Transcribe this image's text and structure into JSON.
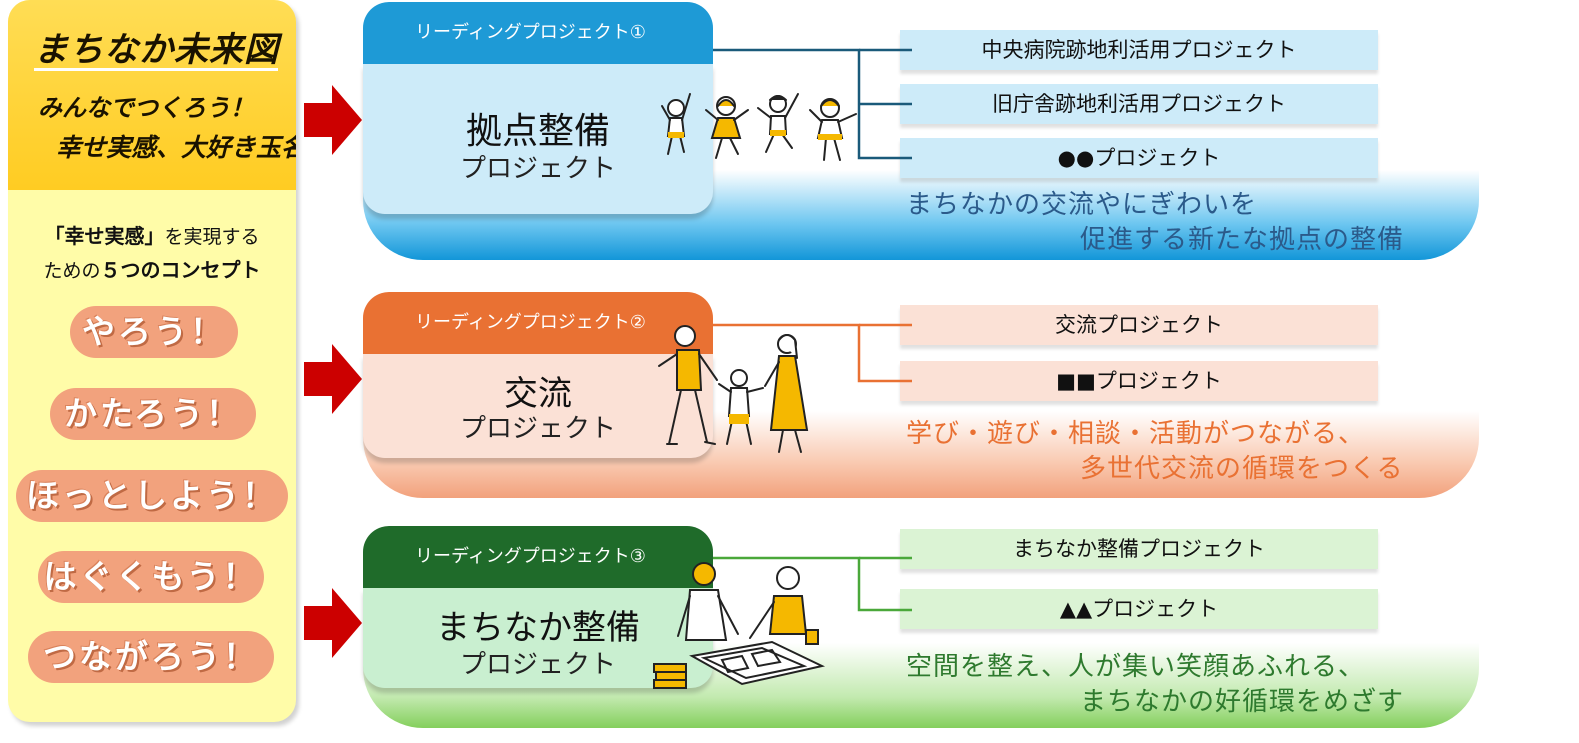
{
  "left_panel": {
    "brand_title": "まちなか未来図",
    "brand_line1": "みんなでつくろう！",
    "brand_line2": "幸せ実感、大好き玉名",
    "intro_quote": "「幸せ実感」",
    "intro_rest1": "を実現する",
    "intro_prefix": "ための",
    "intro_highlight": "５つのコンセプト",
    "concepts": [
      "やろう！",
      "かたろう！",
      "ほっとしよう！",
      "はぐくもう！",
      "つながろう！"
    ]
  },
  "projects": [
    {
      "tab_label": "リーディングプロジェクト①",
      "title": "拠点整備",
      "subtitle": "プロジェクト",
      "color": "#1e9ad6",
      "sub_items": [
        "中央病院跡地利活用プロジェクト",
        "旧庁舎跡地利活用プロジェクト",
        "●●プロジェクト"
      ],
      "tagline_line1": "まちなかの交流やにぎわいを",
      "tagline_line2": "促進する新たな拠点の整備"
    },
    {
      "tab_label": "リーディングプロジェクト②",
      "title": "交流",
      "subtitle": "プロジェクト",
      "color": "#e97133",
      "sub_items": [
        "交流プロジェクト",
        "■■プロジェクト"
      ],
      "tagline_line1": "学び・遊び・相談・活動がつながる、",
      "tagline_line2": "多世代交流の循環をつくる"
    },
    {
      "tab_label": "リーディングプロジェクト③",
      "title": "まちなか整備",
      "subtitle": "プロジェクト",
      "color": "#1f6b2a",
      "sub_items": [
        "まちなか整備プロジェクト",
        "▲▲プロジェクト"
      ],
      "tagline_line1": "空間を整え、人が集い笑顔あふれる、",
      "tagline_line2": "まちなかの好循環をめざす"
    }
  ],
  "icons": [
    "right-arrow-icon",
    "jumping-kids-illustration",
    "family-walking-illustration",
    "planning-people-illustration"
  ]
}
